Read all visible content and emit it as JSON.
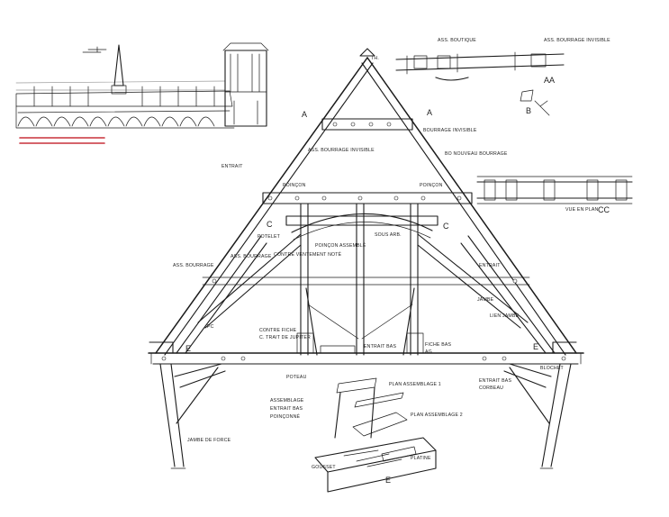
{
  "colors": {
    "ink": "#1b1b1b",
    "accent_line": "#c8303a",
    "paper": "#ffffff",
    "faint": "#9a9a9a"
  },
  "labels": {
    "th": "TH.",
    "e_left": "E",
    "e_right": "E",
    "a_left": "A",
    "a_right": "A",
    "c_left": "C",
    "c_right": "C",
    "asst_bourrage": "ASS. BOUTIQUE",
    "asst_bourrage_right": "ASS. BOURRAGE INVISIBLE",
    "aa": "AA",
    "b": "B",
    "bourrage_invisible": "BOURRAGE INVISIBLE",
    "bo_nouveau": "BO NOUVEAU BOURRAGE",
    "entrait": "ENTRAIT",
    "asst_bourrage_invisible": "ASS. BOURRAGE INVISIBLE",
    "poinçon_top": "POINÇON",
    "poinçon_right": "POINÇON",
    "asst_bourrage_left": "ASS. BOURRAGE",
    "grid_note_left": "ASS. BOURRAGE",
    "potelet": "POTELET",
    "contreventement": "CONTRE VENTEMENT NOTÉ",
    "sous_arb": "SOUS ARB.",
    "piece_note": "POINÇON ASSEMBLÉ",
    "entrait_right": "ENTRAIT",
    "jambe": "JAMBE",
    "lien_jambe": "LIEN JAMBE",
    "cc": "CC",
    "vue_plan": "VUE EN PLAN",
    "pc": "PC",
    "lower_note_1": "CONTRE FICHE",
    "lower_note_2": "C. TRAIT DE JUPITER",
    "entrait_bas": "ENTRAIT BAS",
    "fiche_bas": "FICHE BAS",
    "entrait_bas_right": "ENTRAIT BAS",
    "ag": "AG",
    "e_bottom": "E",
    "poteau": "POTEAU",
    "plat_1": "PLAN ASSEMBLAGE 1",
    "plat_2": "PLAN ASSEMBLAGE 2",
    "assemblage_note_1": "ASSEMBLAGE",
    "assemblage_note_2": "ENTRAIT BAS",
    "assemblage_note_3": "POINÇONNÉ",
    "platine": "PLATINE",
    "gousset": "GOUSSET",
    "blochet": "BLOCHET",
    "jambe_de_force": "JAMBE DE FORCE",
    "corbeau": "CORBEAU"
  }
}
